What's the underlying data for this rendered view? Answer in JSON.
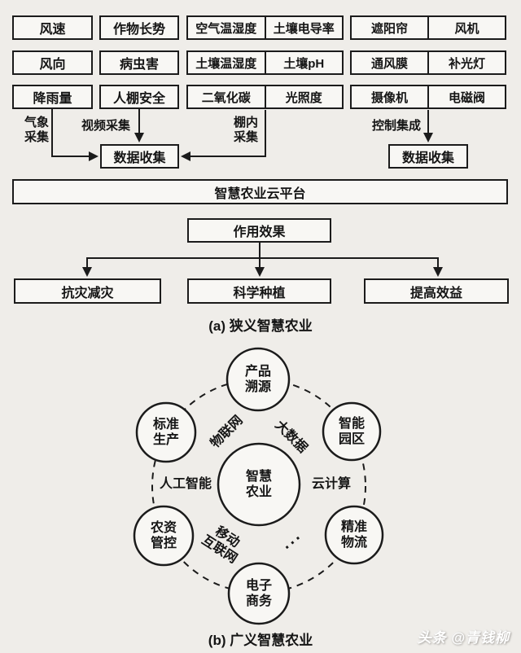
{
  "colors": {
    "background": "#efede9",
    "box_fill": "#f8f7f4",
    "line": "#1b1b1b",
    "watermark_text": "#ffffff"
  },
  "panel_a": {
    "caption": "(a) 狭义智慧农业",
    "sensors": {
      "wind_speed": "风速",
      "crop_growth": "作物长势",
      "air_th": "空气温湿度",
      "soil_ec": "土壤电导率",
      "shade": "遮阳帘",
      "fan": "风机",
      "wind_dir": "风向",
      "pest": "病虫害",
      "soil_th": "土壤温湿度",
      "soil_ph": "土壤pH",
      "vent_film": "通风膜",
      "light_fill": "补光灯",
      "rainfall": "降雨量",
      "safety": "人棚安全",
      "co2": "二氧化碳",
      "light": "光照度",
      "camera": "摄像机",
      "valve": "电磁阀"
    },
    "flow_labels": {
      "weather_1": "气象",
      "weather_2": "采集",
      "video": "视频采集",
      "indoor_1": "棚内",
      "indoor_2": "采集",
      "control": "控制集成"
    },
    "data_collect_left": "数据收集",
    "data_collect_right": "数据收集",
    "cloud_platform": "智慧农业云平台",
    "effect": "作用效果",
    "outcomes": {
      "disaster": "抗灾减灾",
      "planting": "科学种植",
      "benefit": "提高效益"
    }
  },
  "panel_b": {
    "caption": "(b) 广义智慧农业",
    "center_1": "智慧",
    "center_2": "农业",
    "nodes": {
      "trace_1": "产品",
      "trace_2": "溯源",
      "standard_1": "标准",
      "standard_2": "生产",
      "park_1": "智能",
      "park_2": "园区",
      "agri_1": "农资",
      "agri_2": "管控",
      "logistics_1": "精准",
      "logistics_2": "物流",
      "ecommerce_1": "电子",
      "ecommerce_2": "商务"
    },
    "techs": {
      "iot": "物联网",
      "bigdata": "大数据",
      "ai": "人工智能",
      "cloud": "云计算",
      "mobile_1": "移动",
      "mobile_2": "互联网",
      "ellipsis": "···"
    }
  },
  "watermark": "头条 @青钱柳"
}
